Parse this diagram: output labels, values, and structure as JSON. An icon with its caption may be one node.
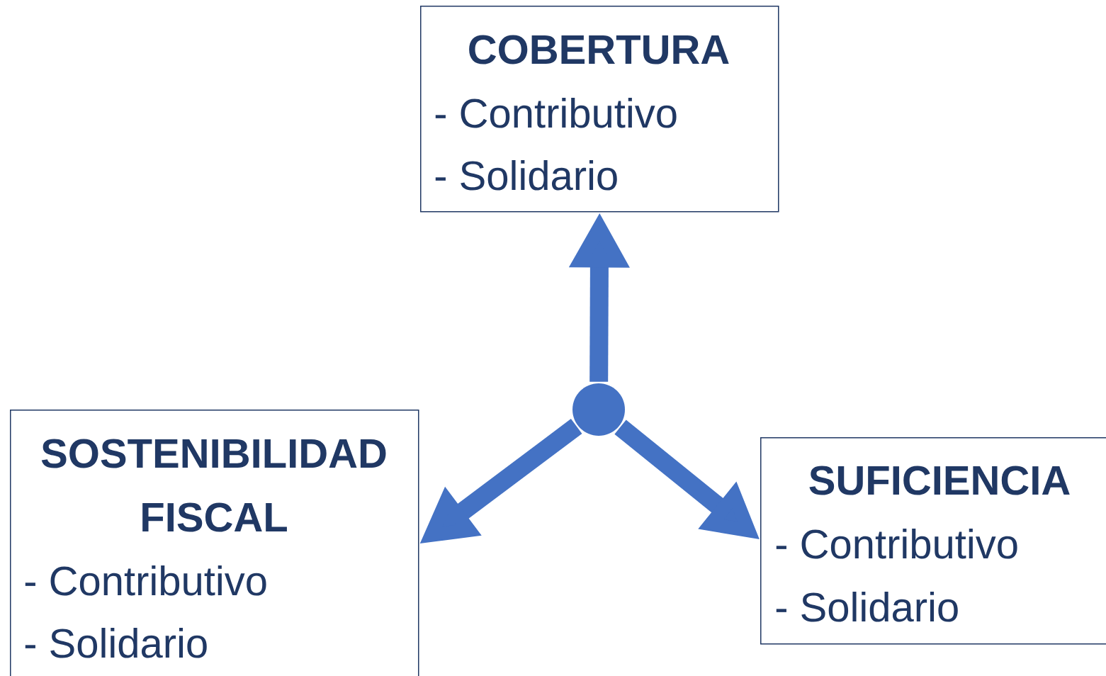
{
  "diagram": {
    "nodes": [
      {
        "text": [
          "COBERTURA",
          "- Contributivo",
          "- Solidario"
        ]
      },
      {
        "text": [],
        "shape": "circle"
      },
      {
        "text": [
          "SOSTENIBILIDAD FISCAL",
          "- Contributivo",
          "- Solidario"
        ]
      },
      {
        "text": [
          "SUFICIENCIA",
          "- Contributivo",
          "- Solidario"
        ]
      }
    ],
    "edges": [
      {
        "from": 1,
        "to": 0,
        "arrow": "to"
      },
      {
        "from": 1,
        "to": 2,
        "arrow": "to"
      },
      {
        "from": 1,
        "to": 3,
        "arrow": "to"
      }
    ]
  }
}
